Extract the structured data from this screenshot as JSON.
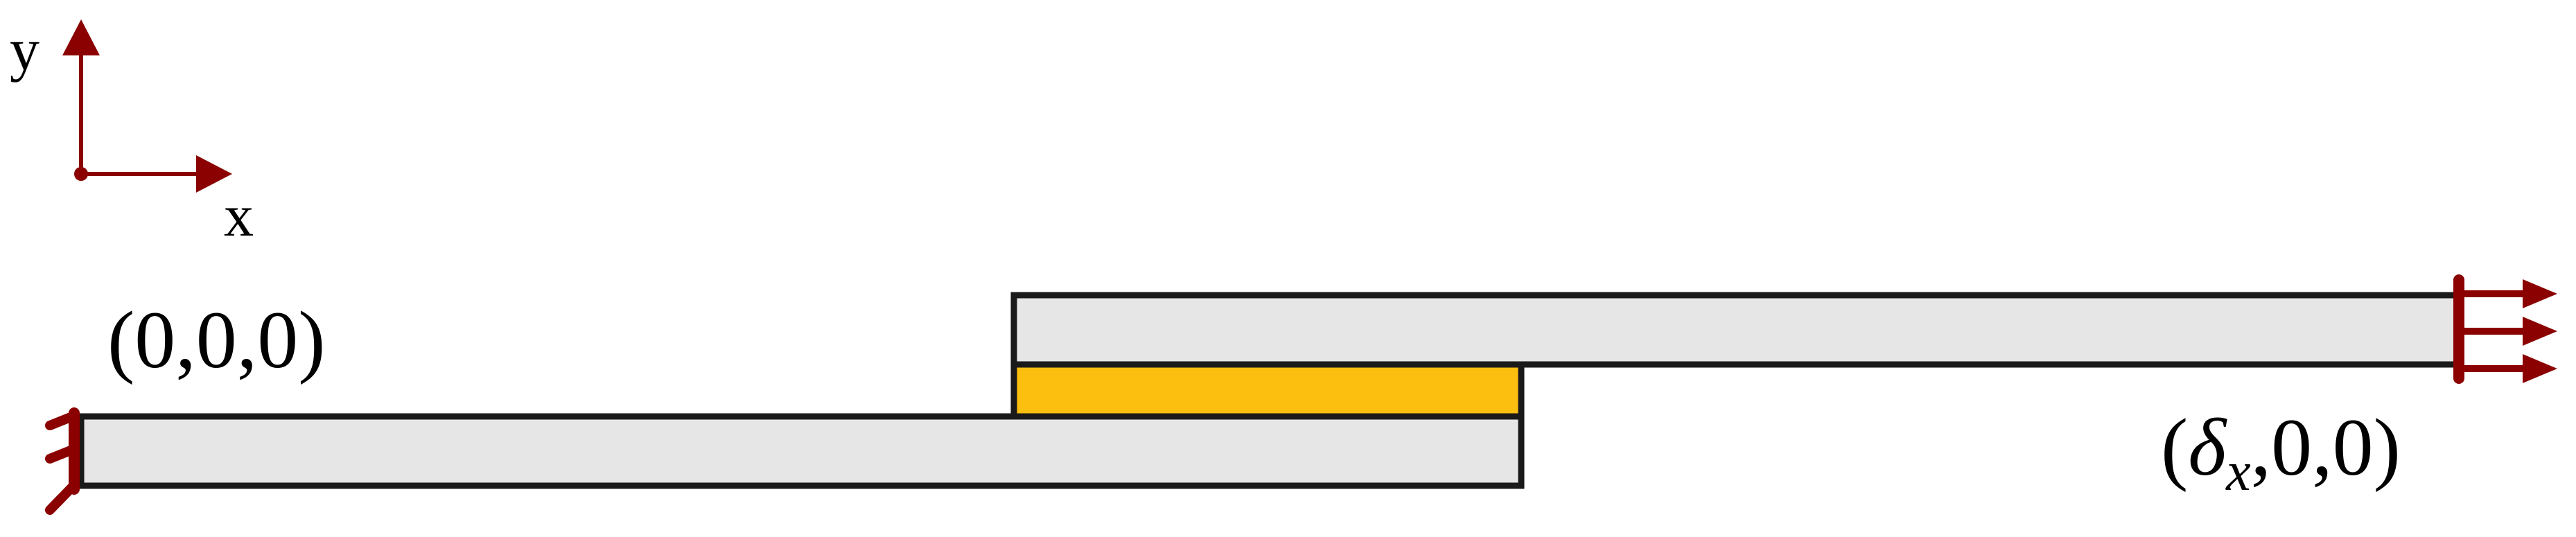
{
  "axes": {
    "y_label": "y",
    "x_label": "x"
  },
  "fixed_end": {
    "coord_open": "(",
    "coord_rest": "0,0,0)"
  },
  "loaded_end": {
    "coord_open": "(",
    "delta": "δ",
    "delta_sub": "x",
    "coord_rest": ",0,0)"
  },
  "colors": {
    "arrow": "#8b0000",
    "adherend_fill": "#e6e6e6",
    "adhesive_fill": "#fdbf0f",
    "outline": "#1a1a1a"
  }
}
